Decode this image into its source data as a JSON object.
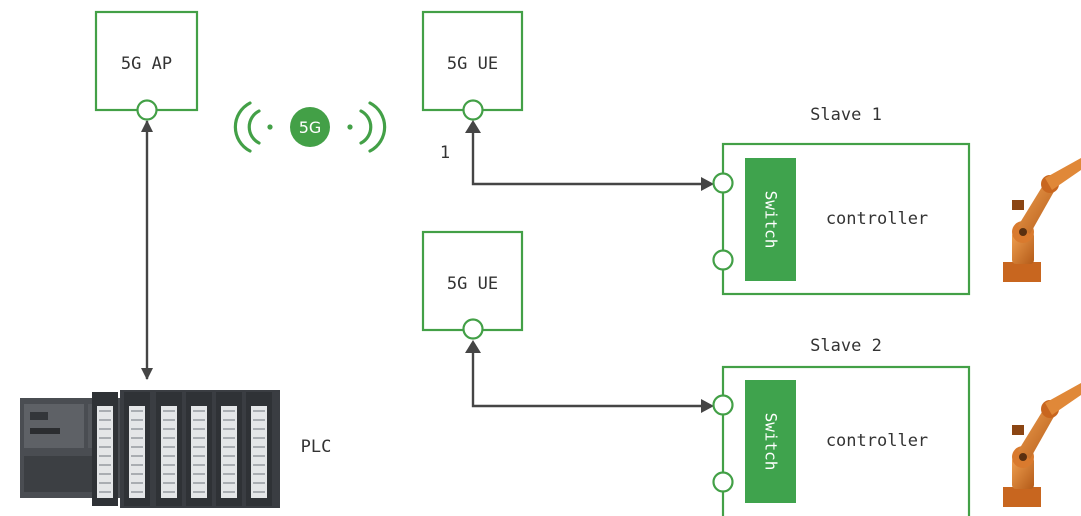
{
  "nodes": {
    "ap": {
      "label": "5G AP"
    },
    "ue1": {
      "label": "5G UE"
    },
    "ue2": {
      "label": "5G UE"
    },
    "slave1": {
      "title": "Slave 1",
      "switch_label": "Switch",
      "controller_label": "controller"
    },
    "slave2": {
      "title": "Slave 2",
      "switch_label": "Switch",
      "controller_label": "controller"
    },
    "plc": {
      "label": "PLC"
    }
  },
  "wireless": {
    "badge": "5G"
  },
  "links": {
    "ue1_port_label": "1"
  },
  "colors": {
    "green": "#43a047",
    "switch_fill": "#3fa34d",
    "arrow": "#454545",
    "text": "#333333"
  },
  "icons": {
    "wireless": "wireless-signal-icon",
    "robot": "robot-arm-icon",
    "plc": "plc-rack-icon"
  }
}
